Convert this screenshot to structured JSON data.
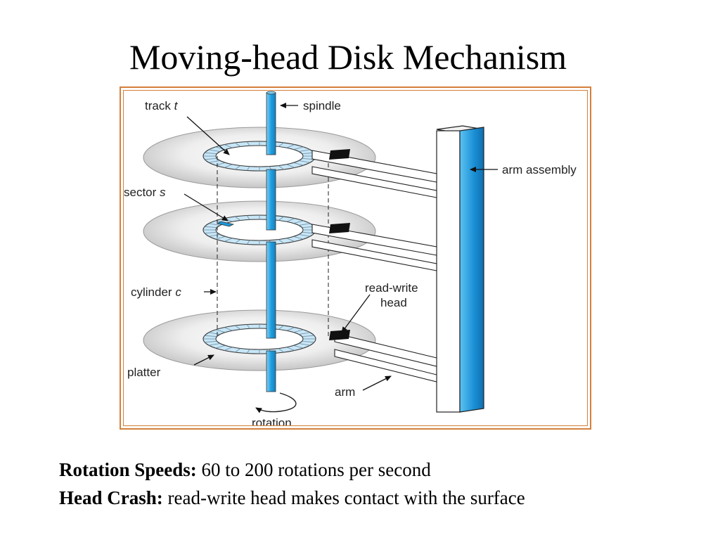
{
  "slide": {
    "title": "Moving-head Disk Mechanism"
  },
  "diagram": {
    "labels": {
      "track": "track",
      "track_var": "t",
      "spindle": "spindle",
      "sector": "sector",
      "sector_var": "s",
      "arm_assembly": "arm assembly",
      "cylinder": "cylinder",
      "cylinder_var": "c",
      "read_write_line1": "read-write",
      "read_write_line2": "head",
      "platter": "platter",
      "arm": "arm",
      "rotation": "rotation"
    },
    "colors": {
      "frame": "#d4803b",
      "spindle": "#2aa7e6",
      "track_ring": "#c8e6f6",
      "highlight_sector": "#1a96d8",
      "platter_fill": "#dcdcdc"
    }
  },
  "notes": [
    {
      "label": "Rotation Speeds:",
      "text": " 60 to 200 rotations per second"
    },
    {
      "label": "Head Crash:",
      "text": " read-write head makes contact with the surface"
    }
  ]
}
